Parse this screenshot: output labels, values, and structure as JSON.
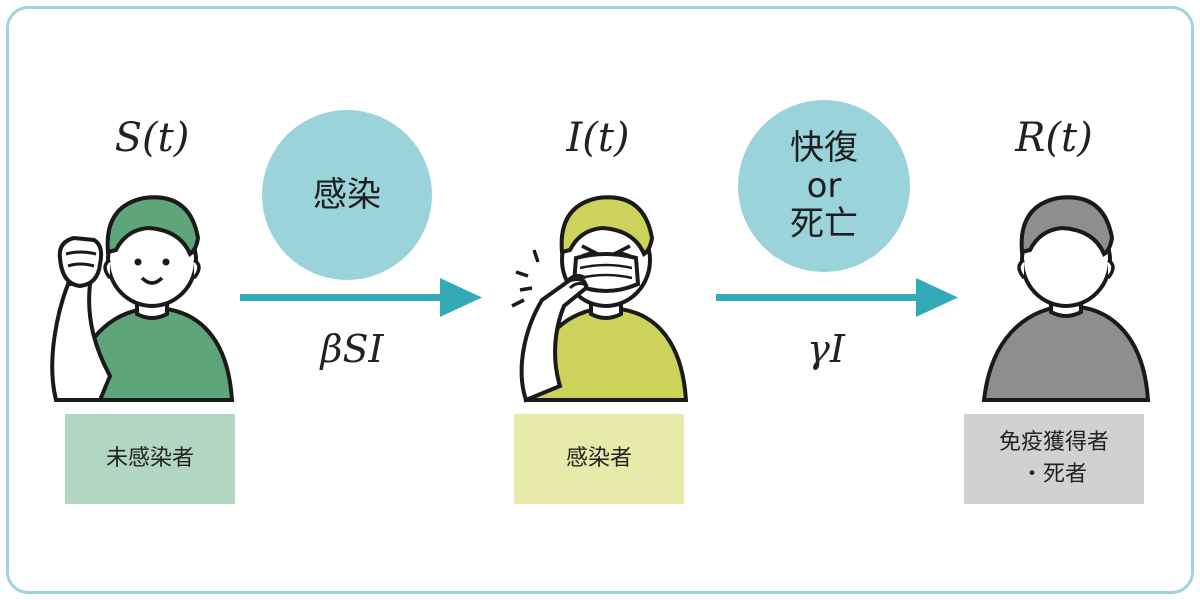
{
  "compartments": {
    "s": {
      "symbol": "S(t)",
      "label": "未感染者",
      "label_bg": "#b3d6c3",
      "shirt": "#5ea67a",
      "hair": "#5ea67a"
    },
    "i": {
      "symbol": "I(t)",
      "label": "感染者",
      "label_bg": "#e8eaa9",
      "shirt": "#cdd35a",
      "hair": "#cdd35a"
    },
    "r": {
      "symbol": "R(t)",
      "label_line1": "免疫獲得者",
      "label_line2": "・死者",
      "label_bg": "#d1d1d1",
      "shirt": "#8e8e8e",
      "hair": "#8e8e8e"
    }
  },
  "transitions": {
    "infection": {
      "bubble": "感染",
      "rate": "βSI"
    },
    "recovery": {
      "bubble_line1": "快復",
      "bubble_line2": "or",
      "bubble_line3": "死亡",
      "rate": "γI"
    }
  },
  "colors": {
    "frame": "#9fd3d9",
    "bubble": "#9bd3da",
    "arrow": "#35aab7"
  }
}
